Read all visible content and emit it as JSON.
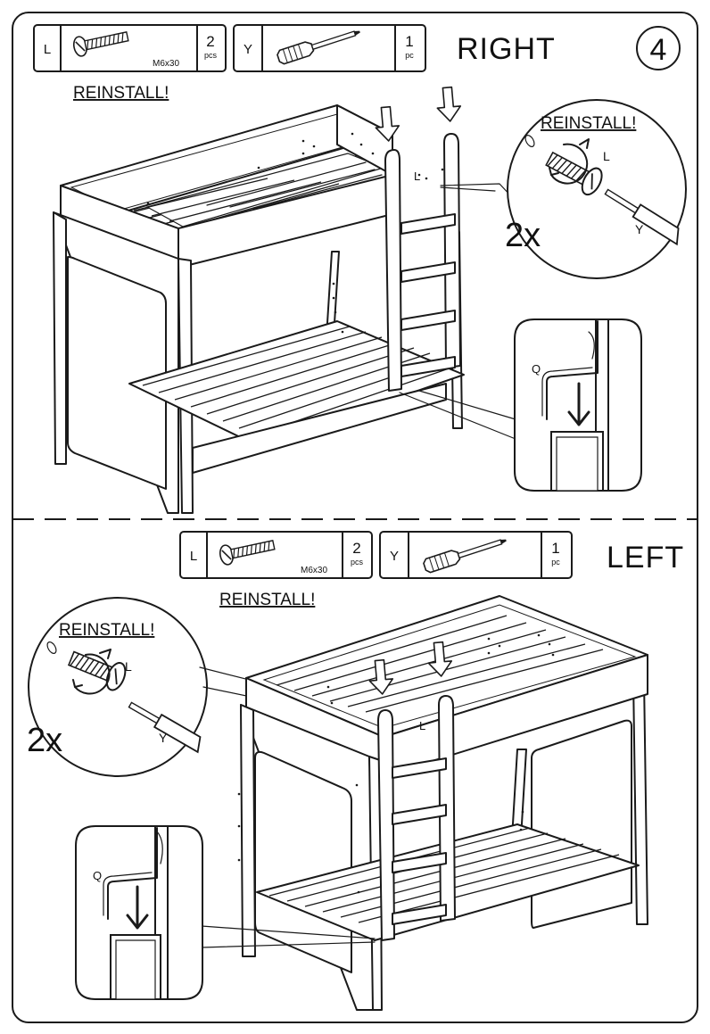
{
  "step_number": "4",
  "right_section": {
    "title": "RIGHT",
    "parts": [
      {
        "letter": "L",
        "icon": "bolt-icon",
        "size": "M6x30",
        "qty_number": "2",
        "qty_unit": "pcs"
      },
      {
        "letter": "Y",
        "icon": "screwdriver-icon",
        "size": "",
        "qty_number": "1",
        "qty_unit": "pc"
      }
    ],
    "reinstall_label": "REINSTALL!",
    "detail": {
      "reinstall": "REINSTALL!",
      "bolt_letter": "L",
      "tool_letter": "Y",
      "count": "2x"
    },
    "ladder_bolt_letter": "L",
    "hook_letter": "Q"
  },
  "left_section": {
    "title": "LEFT",
    "parts": [
      {
        "letter": "L",
        "icon": "bolt-icon",
        "size": "M6x30",
        "qty_number": "2",
        "qty_unit": "pcs"
      },
      {
        "letter": "Y",
        "icon": "screwdriver-icon",
        "size": "",
        "qty_number": "1",
        "qty_unit": "pc"
      }
    ],
    "reinstall_label": "REINSTALL!",
    "detail": {
      "reinstall": "REINSTALL!",
      "bolt_letter": "L",
      "tool_letter": "Y",
      "count": "2x"
    },
    "ladder_bolt_letter": "L",
    "hook_letter": "Q"
  }
}
